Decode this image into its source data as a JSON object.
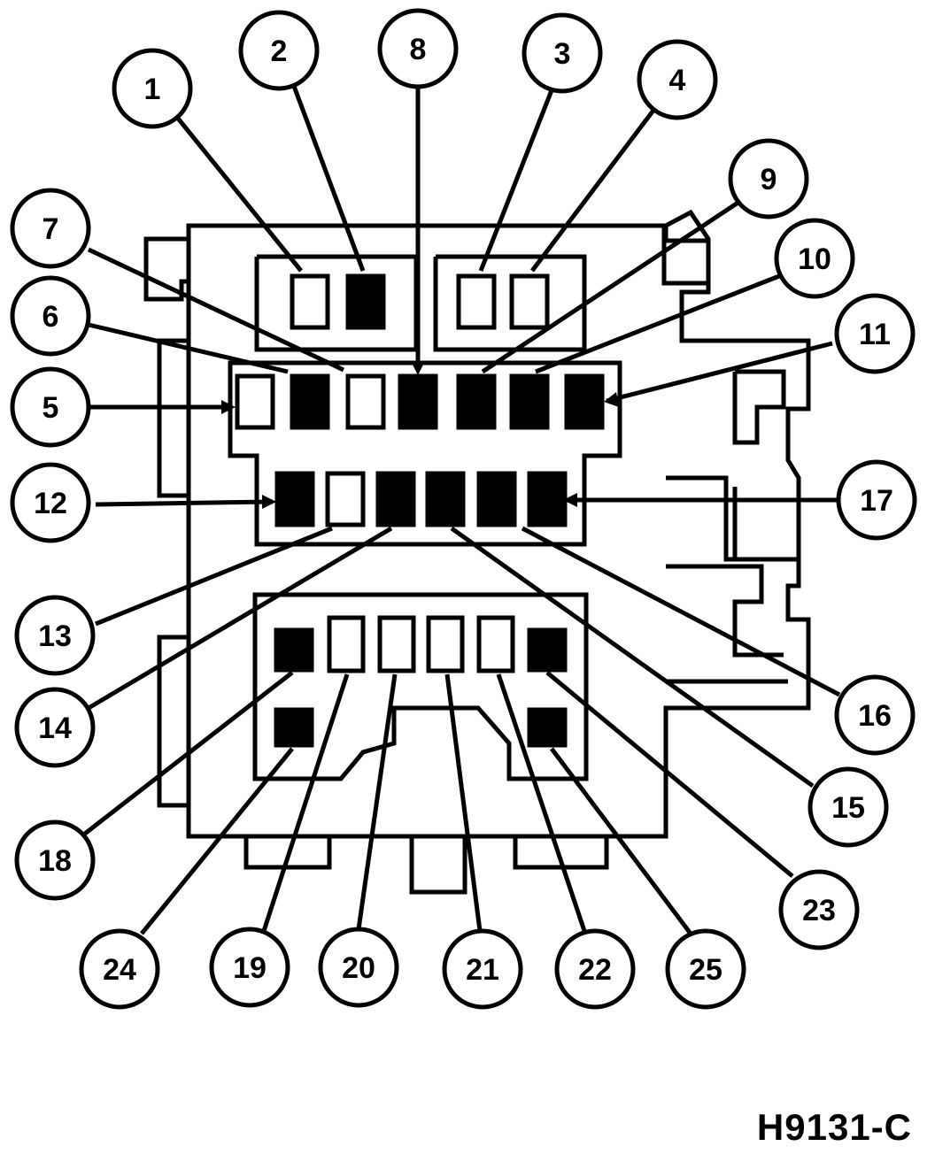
{
  "figure_code": "H9131-C",
  "colors": {
    "ink": "#000000",
    "paper": "#ffffff"
  },
  "callouts": [
    {
      "id": "1",
      "label": "1",
      "filled": false
    },
    {
      "id": "2",
      "label": "2",
      "filled": true
    },
    {
      "id": "3",
      "label": "3",
      "filled": false
    },
    {
      "id": "4",
      "label": "4",
      "filled": false
    },
    {
      "id": "5",
      "label": "5",
      "filled": false
    },
    {
      "id": "6",
      "label": "6",
      "filled": true
    },
    {
      "id": "7",
      "label": "7",
      "filled": false
    },
    {
      "id": "8",
      "label": "8",
      "filled": true
    },
    {
      "id": "9",
      "label": "9",
      "filled": true
    },
    {
      "id": "10",
      "label": "10",
      "filled": true
    },
    {
      "id": "11",
      "label": "11",
      "filled": true
    },
    {
      "id": "12",
      "label": "12",
      "filled": true
    },
    {
      "id": "13",
      "label": "13",
      "filled": false
    },
    {
      "id": "14",
      "label": "14",
      "filled": true
    },
    {
      "id": "15",
      "label": "15",
      "filled": true
    },
    {
      "id": "16",
      "label": "16",
      "filled": true
    },
    {
      "id": "17",
      "label": "17",
      "filled": true
    },
    {
      "id": "18",
      "label": "18",
      "filled": true
    },
    {
      "id": "19",
      "label": "19",
      "filled": false
    },
    {
      "id": "20",
      "label": "20",
      "filled": false
    },
    {
      "id": "21",
      "label": "21",
      "filled": false
    },
    {
      "id": "22",
      "label": "22",
      "filled": false
    },
    {
      "id": "23",
      "label": "23",
      "filled": true
    },
    {
      "id": "24",
      "label": "24",
      "filled": true
    },
    {
      "id": "25",
      "label": "25",
      "filled": true
    }
  ]
}
